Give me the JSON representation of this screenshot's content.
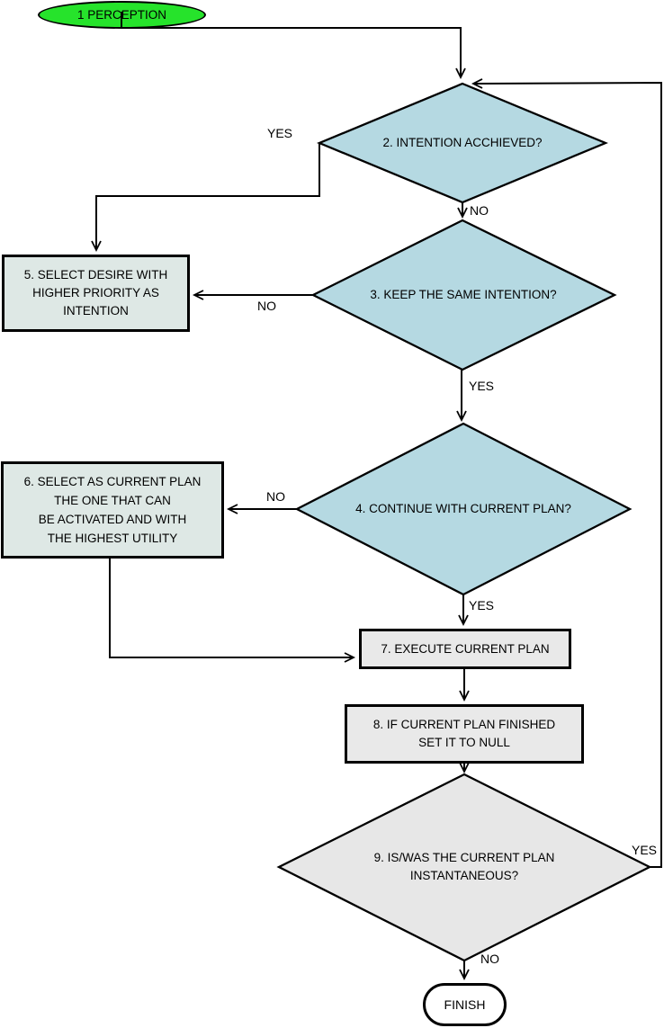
{
  "nodes": {
    "start": {
      "label": "1 PERCEPTION",
      "type": "start"
    },
    "d2": {
      "label": "2. INTENTION ACCHIEVED?",
      "type": "decision"
    },
    "d3": {
      "label": "3. KEEP THE SAME INTENTION?",
      "type": "decision"
    },
    "d4": {
      "label": "4. CONTINUE WITH CURRENT PLAN?",
      "type": "decision"
    },
    "b5": {
      "label": "5. SELECT DESIRE WITH\nHIGHER PRIORITY AS\nINTENTION",
      "type": "process"
    },
    "b6": {
      "label": "6. SELECT AS CURRENT PLAN\nTHE ONE THAT CAN\nBE ACTIVATED AND WITH\nTHE HIGHEST UTILITY",
      "type": "process"
    },
    "b7": {
      "label": "7. EXECUTE CURRENT PLAN",
      "type": "process"
    },
    "b8": {
      "label": "8. IF CURRENT PLAN FINISHED\nSET IT TO NULL",
      "type": "process"
    },
    "d9": {
      "label": "9. IS/WAS THE CURRENT PLAN\nINSTANTANEOUS?",
      "type": "decision"
    },
    "finish": {
      "label": "FINISH",
      "type": "terminal"
    }
  },
  "edge_labels": {
    "d2_yes": "YES",
    "d2_no": "NO",
    "d3_no": "NO",
    "d3_yes": "YES",
    "d4_no": "NO",
    "d4_yes": "YES",
    "d9_yes": "YES",
    "d9_no": "NO"
  },
  "colors": {
    "decision_blue_fill": "#b5d9e2",
    "decision_gray_fill": "#e7e7e7",
    "process_green_fill": "#dee8e5",
    "process_gray_fill": "#e9e9e9",
    "start_fill": "#26e32b",
    "terminal_fill": "#ffffff",
    "stroke": "#000000"
  }
}
